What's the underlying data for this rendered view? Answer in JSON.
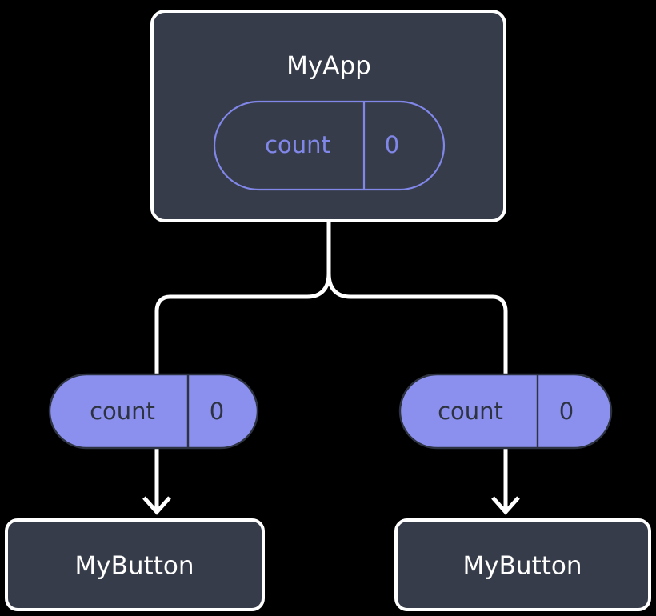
{
  "diagram": {
    "type": "component-state-tree",
    "background_color": "#000000",
    "colors": {
      "node_fill": "#363c4a",
      "node_border": "#ffffff",
      "pill_accent": "#8b8fee",
      "pill_outline": "#8187e8",
      "pill_dark_text": "#2d3340",
      "connector": "#ffffff",
      "title_text": "#ffffff"
    },
    "root": {
      "title": "MyApp",
      "state": {
        "key": "count",
        "value": "0"
      }
    },
    "branches": [
      {
        "prop": {
          "key": "count",
          "value": "0"
        },
        "child": {
          "title": "MyButton"
        }
      },
      {
        "prop": {
          "key": "count",
          "value": "0"
        },
        "child": {
          "title": "MyButton"
        }
      }
    ]
  }
}
